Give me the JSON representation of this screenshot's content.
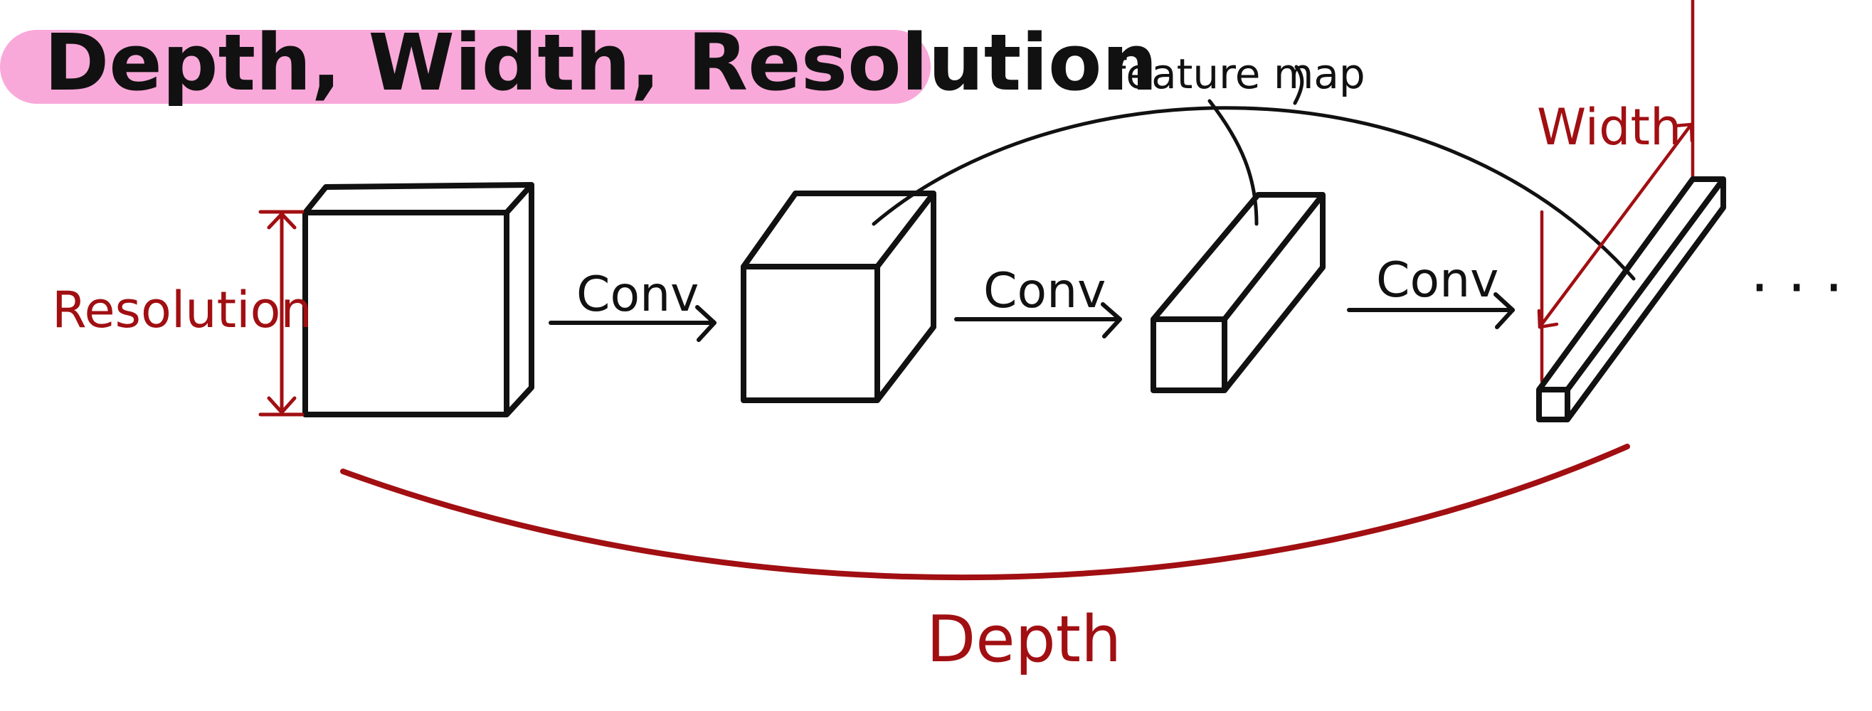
{
  "title": "Depth, Width, Resolution",
  "labels": {
    "resolution": "Resolution",
    "width": "Width",
    "depth": "Depth",
    "feature_map": "feature map",
    "conv_1": "Conv",
    "conv_2": "Conv",
    "conv_3": "Conv",
    "ellipsis": "· · ·"
  },
  "colors": {
    "title_highlight": "#F9A9D9",
    "ink": "#111111",
    "accent": "#A10F12"
  }
}
